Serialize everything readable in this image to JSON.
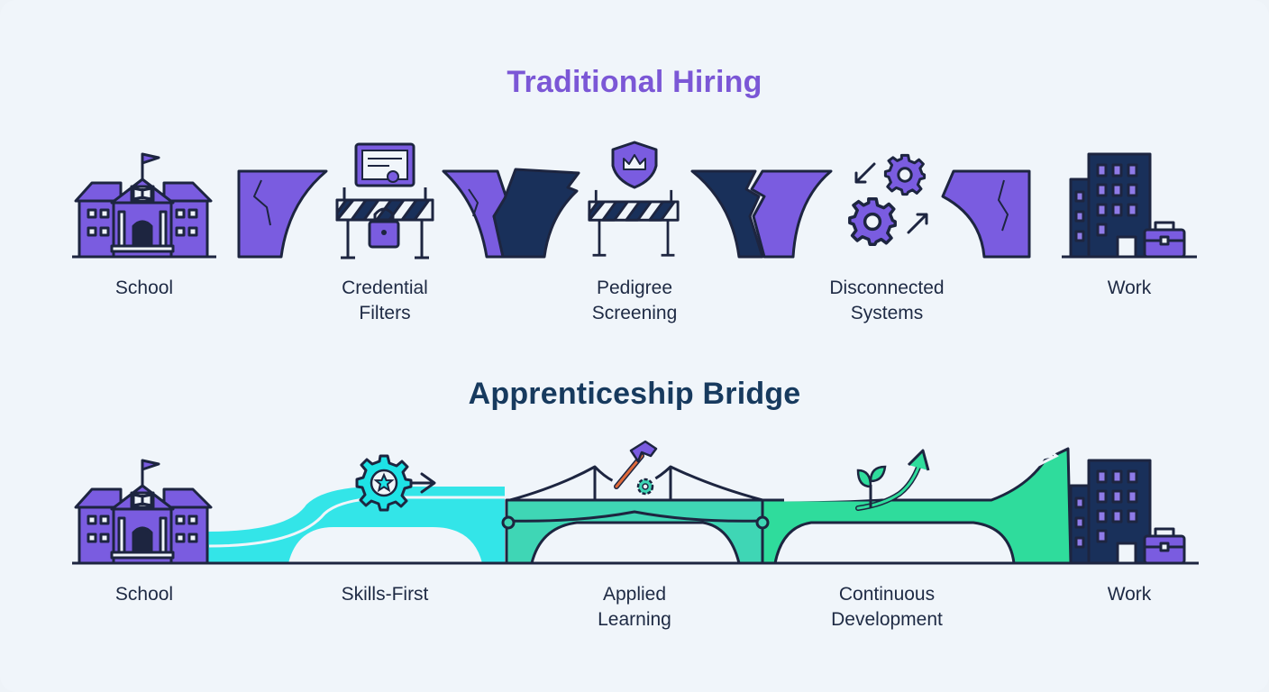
{
  "colors": {
    "purple": "#7a5ce0",
    "purple_dark_outline": "#1d2540",
    "navy": "#19305a",
    "teal": "#1ee3e6",
    "green": "#2fdc9c",
    "title_purple": "#7b57d6",
    "title_navy": "#173a5e",
    "label_text": "#1e2a44"
  },
  "traditional": {
    "title": "Traditional Hiring",
    "steps": [
      {
        "label": "School",
        "icon": "school-building-icon"
      },
      {
        "label": "Credential\nFilters",
        "icon": "certificate-lock-barrier-icon"
      },
      {
        "label": "Pedigree\nScreening",
        "icon": "crown-shield-barrier-icon"
      },
      {
        "label": "Disconnected\nSystems",
        "icon": "disconnected-gears-icon"
      },
      {
        "label": "Work",
        "icon": "office-building-briefcase-icon"
      }
    ]
  },
  "apprenticeship": {
    "title": "Apprenticeship Bridge",
    "steps": [
      {
        "label": "School",
        "icon": "school-building-icon"
      },
      {
        "label": "Skills-First",
        "icon": "gear-star-arrow-icon"
      },
      {
        "label": "Applied\nLearning",
        "icon": "hammer-gear-icon"
      },
      {
        "label": "Continuous\nDevelopment",
        "icon": "sprout-growth-arrow-icon"
      },
      {
        "label": "Work",
        "icon": "office-building-briefcase-icon"
      }
    ]
  }
}
